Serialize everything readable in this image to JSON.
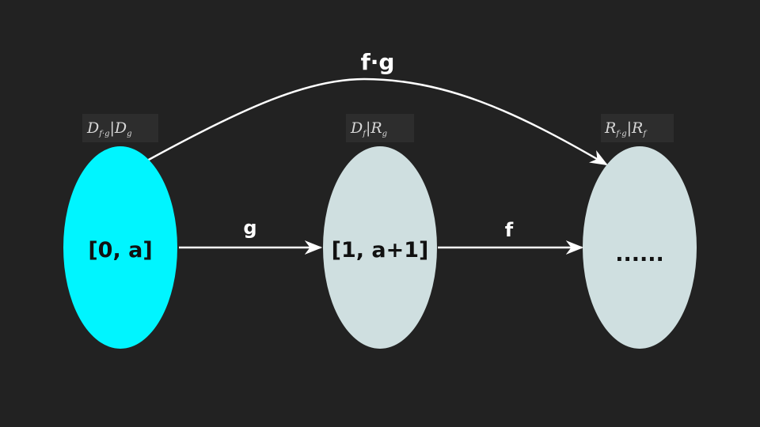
{
  "colors": {
    "background": "#222222",
    "domain_node": "#00f5ff",
    "other_nodes": "#cfdfe0",
    "edges": "#ffffff"
  },
  "nodes": [
    {
      "id": "domain",
      "text": "[0, a]"
    },
    {
      "id": "middle",
      "text": "[1, a+1]"
    },
    {
      "id": "range",
      "text": "......"
    }
  ],
  "set_labels": [
    {
      "parts": [
        "D",
        "f·g",
        "|D",
        "g"
      ]
    },
    {
      "parts": [
        "D",
        "f",
        "|R",
        "g"
      ]
    },
    {
      "parts": [
        "R",
        "f·g",
        "|R",
        "f"
      ]
    }
  ],
  "edges": {
    "g": "g",
    "f": "f",
    "composite": "f·g"
  }
}
